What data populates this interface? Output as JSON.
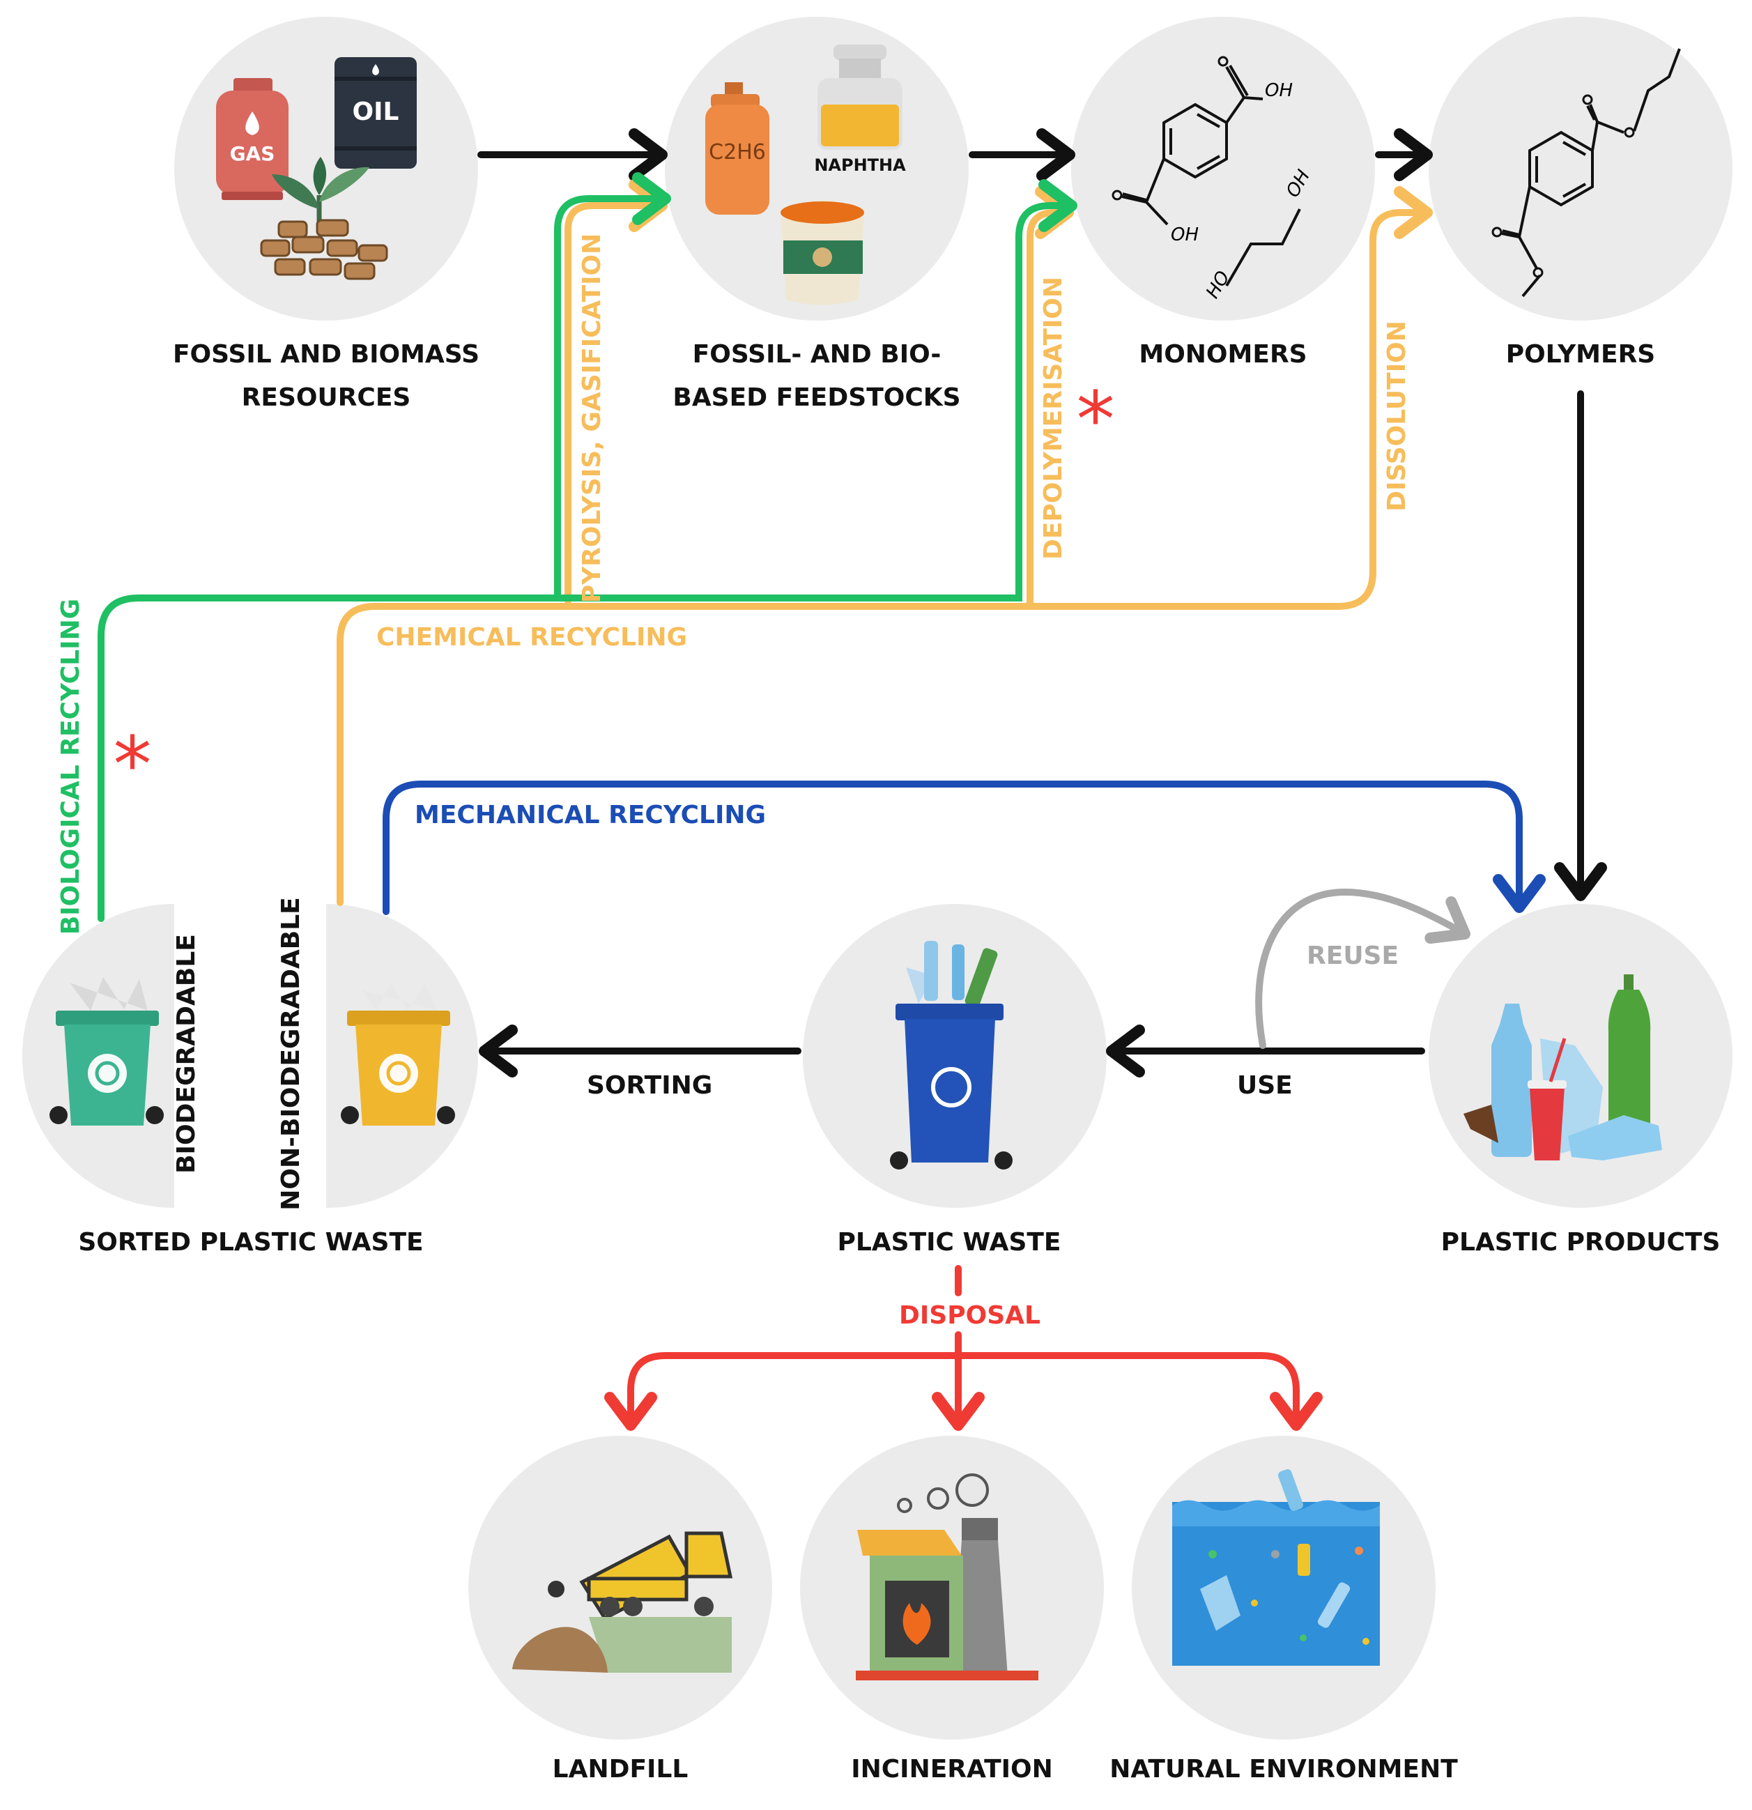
{
  "nodes": {
    "fossil_resources": "FOSSIL AND BIOMASS\nRESOURCES",
    "feedstocks": "FOSSIL- AND BIO-\nBASED FEEDSTOCKS",
    "monomers": "MONOMERS",
    "polymers": "POLYMERS",
    "plastic_products": "PLASTIC PRODUCTS",
    "plastic_waste": "PLASTIC WASTE",
    "sorted_plastic_waste": "SORTED PLASTIC WASTE",
    "landfill": "LANDFILL",
    "incineration": "INCINERATION",
    "natural_environment": "NATURAL ENVIRONMENT"
  },
  "icon_text": {
    "gas": "GAS",
    "oil": "OIL",
    "c2h6": "C2H6",
    "naphtha": "NAPHTHA",
    "oh": "OH",
    "ho": "HO"
  },
  "flows": {
    "chemical_recycling": "CHEMICAL RECYCLING",
    "biological_recycling": "BIOLOGICAL RECYCLING",
    "mechanical_recycling": "MECHANICAL RECYCLING",
    "pyrolysis": "PYROLYSIS, GASIFICATION",
    "depolymerisation": "DEPOLYMERISATION",
    "dissolution": "DISSOLUTION",
    "reuse": "REUSE",
    "use": "USE",
    "sorting": "SORTING",
    "disposal": "DISPOSAL"
  },
  "bins": {
    "biodegradable": "BIODEGRADABLE",
    "non_biodegradable": "NON-BIODEGRADABLE"
  },
  "marks": {
    "asterisk": "*"
  },
  "colors": {
    "circle": "#ebebeb",
    "main_flow": "#111111",
    "chemical": "#f7bd5a",
    "biological": "#1fbf63",
    "mechanical": "#1b4db5",
    "reuse": "#a9a9a9",
    "disposal": "#f03a34",
    "asterisk": "#f03a34"
  },
  "icons": [
    "gas-cylinder-icon",
    "oil-barrel-icon",
    "biomass-plant-icon",
    "ethane-canister-icon",
    "naphtha-jar-icon",
    "bio-sack-icon",
    "terephthalic-acid-icon",
    "ethylene-glycol-icon",
    "pet-polymer-icon",
    "plastic-bottles-icon",
    "blue-recycle-bin-icon",
    "green-recycle-bin-icon",
    "yellow-recycle-bin-icon",
    "dump-truck-icon",
    "incinerator-icon",
    "ocean-plastic-icon"
  ]
}
